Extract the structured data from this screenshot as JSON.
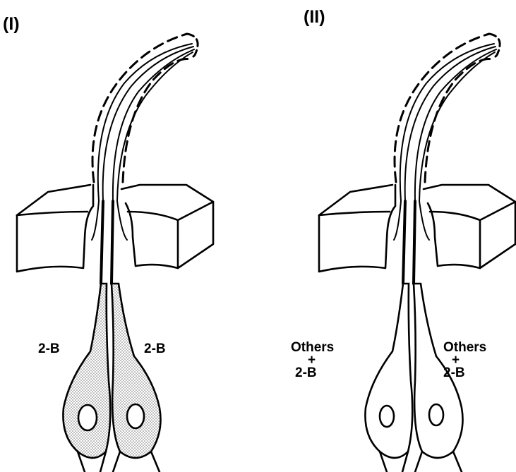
{
  "panels": [
    {
      "label": "(I)",
      "left_cell_label": [
        "2-B"
      ],
      "right_cell_label": [
        "2-B"
      ],
      "cells_shaded": true
    },
    {
      "label": "(II)",
      "left_cell_label": [
        "Others",
        "+",
        "2-B"
      ],
      "right_cell_label": [
        "Others",
        "+",
        "2-B"
      ],
      "cells_shaded": false
    }
  ]
}
